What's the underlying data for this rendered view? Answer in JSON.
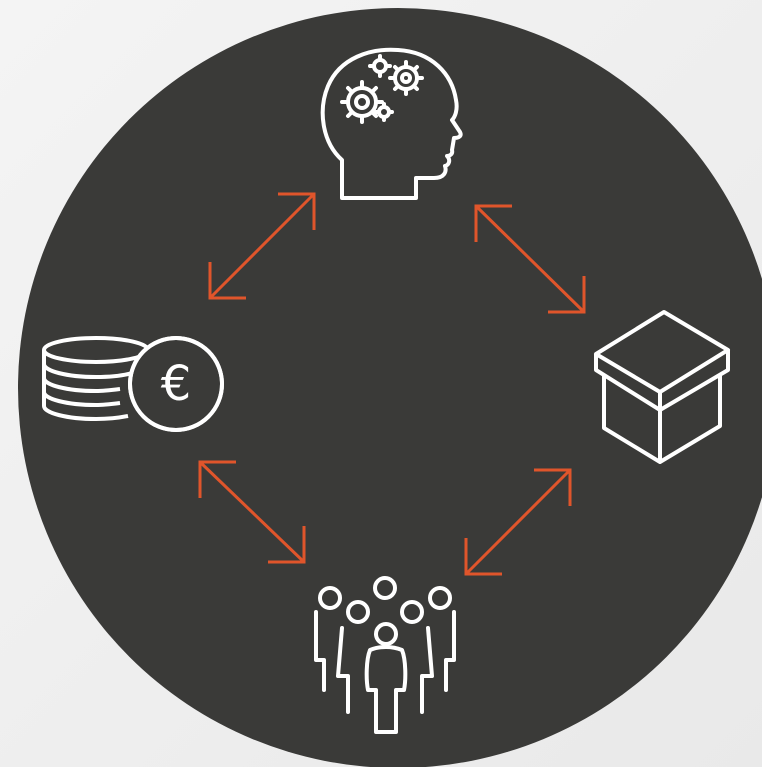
{
  "diagram": {
    "nodes": [
      {
        "id": "knowledge",
        "icon": "head-with-gears-icon"
      },
      {
        "id": "product",
        "icon": "box-icon"
      },
      {
        "id": "people",
        "icon": "people-group-icon"
      },
      {
        "id": "money",
        "icon": "euro-coins-icon"
      }
    ],
    "arrows": [
      {
        "from": "money",
        "to": "knowledge",
        "style": "double-headed"
      },
      {
        "from": "knowledge",
        "to": "product",
        "style": "double-headed"
      },
      {
        "from": "product",
        "to": "people",
        "style": "double-headed"
      },
      {
        "from": "people",
        "to": "money",
        "style": "double-headed"
      }
    ]
  },
  "colors": {
    "page_background": "#f1f1f1",
    "circle_fill": "#3a3a38",
    "icon_stroke": "#ffffff",
    "arrow_color": "#e0552b"
  }
}
